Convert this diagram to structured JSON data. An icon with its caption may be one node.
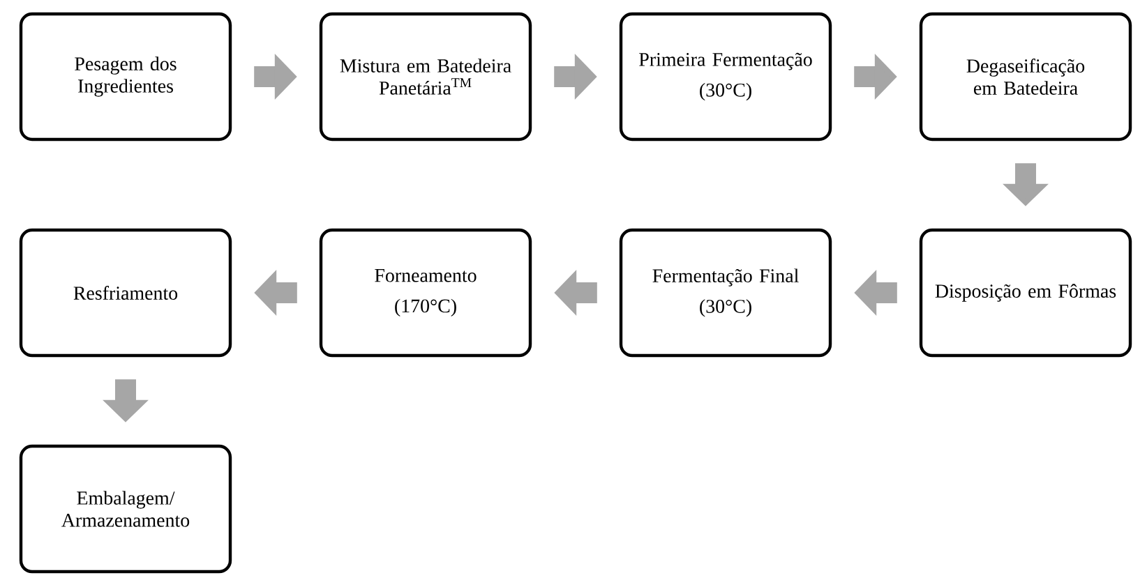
{
  "diagram": {
    "nodes": [
      {
        "text": [
          "Pesagem dos Ingredientes"
        ]
      },
      {
        "text": [
          "Mistura em Batedeira Panetária$^{TM}$"
        ]
      },
      {
        "text": [
          "Primeira Fermentação",
          "(30°C)"
        ]
      },
      {
        "text": [
          "Degaseificação em Batedeira"
        ]
      },
      {
        "text": [
          "Disposição em Fôrmas"
        ]
      },
      {
        "text": [
          "Fermentação Final",
          "(30°C)"
        ]
      },
      {
        "text": [
          "Forneamento",
          "(170°C)"
        ]
      },
      {
        "text": [
          "Resfriamento"
        ]
      },
      {
        "text": [
          "Embalagem/ Armazenamento"
        ]
      }
    ],
    "edges": [
      {
        "from": 0,
        "to": 1,
        "arrow": "to"
      },
      {
        "from": 1,
        "to": 2,
        "arrow": "to"
      },
      {
        "from": 2,
        "to": 3,
        "arrow": "to"
      },
      {
        "from": 3,
        "to": 4,
        "arrow": "to"
      },
      {
        "from": 4,
        "to": 5,
        "arrow": "to"
      },
      {
        "from": 5,
        "to": 6,
        "arrow": "to"
      },
      {
        "from": 6,
        "to": 7,
        "arrow": "to"
      },
      {
        "from": 7,
        "to": 8,
        "arrow": "to"
      }
    ]
  }
}
